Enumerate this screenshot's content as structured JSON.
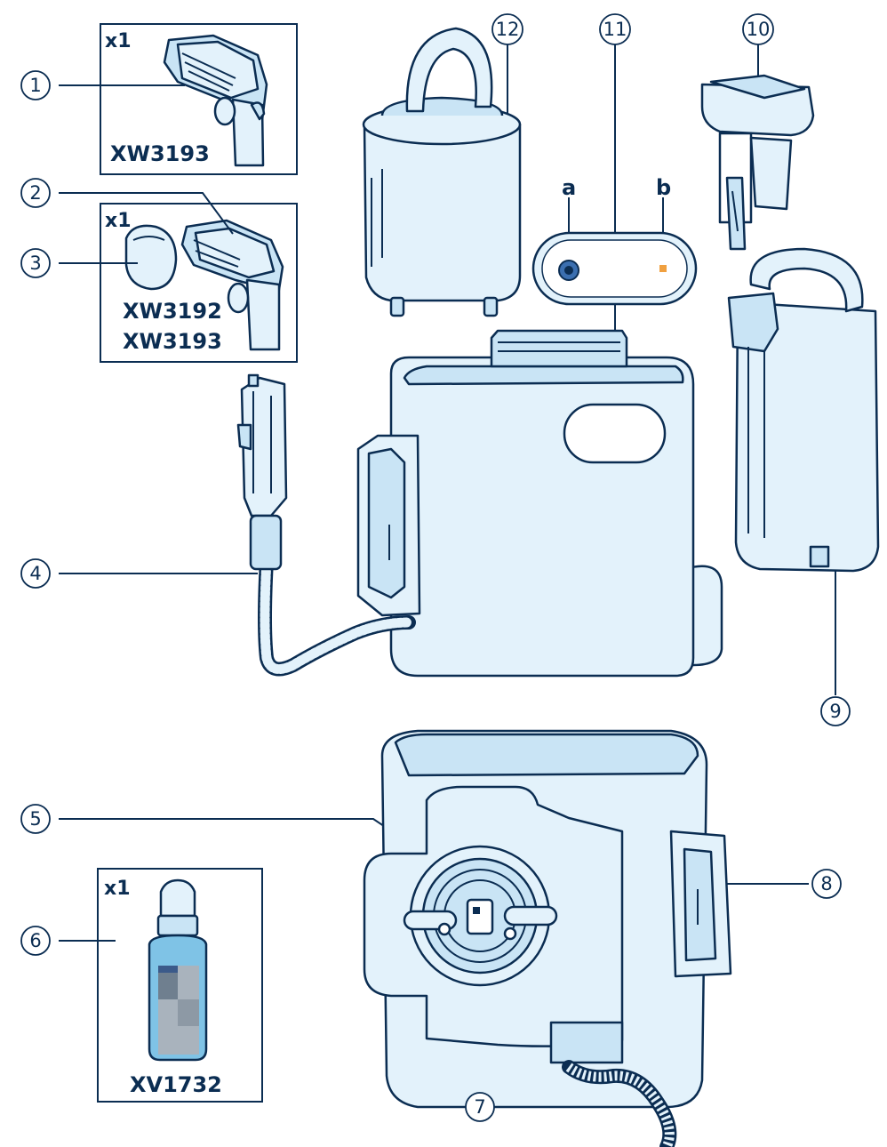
{
  "callouts": [
    {
      "num": "1",
      "part": "nozzle-a"
    },
    {
      "num": "2",
      "part": "nozzle-b"
    },
    {
      "num": "3",
      "part": "nozzle-cap"
    },
    {
      "num": "4",
      "part": "hose"
    },
    {
      "num": "5",
      "part": "hose-connector"
    },
    {
      "num": "6",
      "part": "descaling-bottle"
    },
    {
      "num": "7",
      "part": "connector-pins"
    },
    {
      "num": "8",
      "part": "connector-contact"
    },
    {
      "num": "9",
      "part": "water-tank"
    },
    {
      "num": "10",
      "part": "tank-cap"
    },
    {
      "num": "11",
      "part": "control-panel"
    },
    {
      "num": "12",
      "part": "filter-cartridge"
    }
  ],
  "panel_letters": {
    "a": "a",
    "b": "b"
  },
  "boxes": {
    "box1": {
      "qty": "x1",
      "models": [
        "XW3193"
      ]
    },
    "box2": {
      "qty": "x1",
      "models": [
        "XW3192",
        "XW3193"
      ]
    },
    "box6": {
      "qty": "x1",
      "models": [
        "XV1732"
      ]
    }
  },
  "colors": {
    "line": "#0b2d52",
    "fill": "#e3f2fb",
    "fill_dark": "#c9e4f5",
    "blue": "#3b6fb0",
    "orange": "#f0a040",
    "liquid": "#7fc3e6"
  }
}
